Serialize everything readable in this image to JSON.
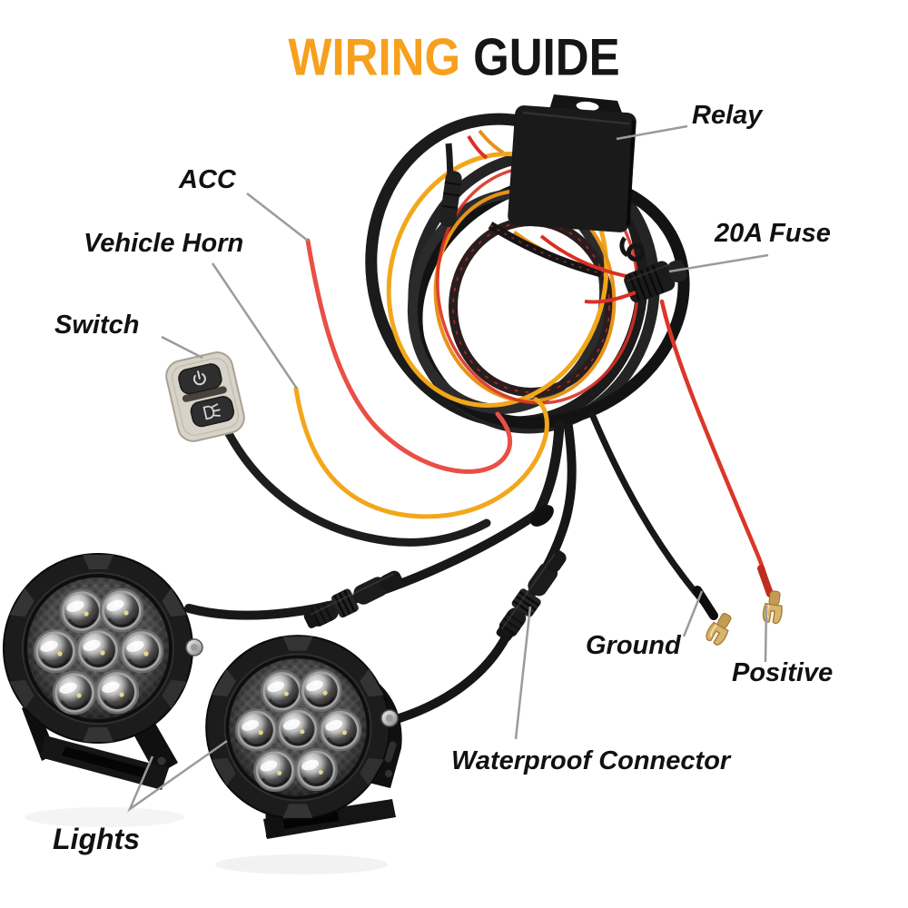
{
  "title": {
    "word_primary": "WIRING",
    "word_secondary": "GUIDE"
  },
  "labels": {
    "relay": "Relay",
    "acc": "ACC",
    "vehicle_horn": "Vehicle Horn",
    "switch": "Switch",
    "fuse": "20A Fuse",
    "ground": "Ground",
    "positive": "Positive",
    "waterproof_connector": "Waterproof Connector",
    "lights": "Lights"
  },
  "icons": {
    "switch_top_button": "power-icon",
    "switch_bottom_button": "headlight-icon"
  },
  "colors": {
    "accent_orange": "#F7A01E",
    "title_black": "#151515",
    "label_text": "#111111",
    "leader_line": "#9B9B9B",
    "wire_red": "#E94F45",
    "wire_red_deep": "#DC3629",
    "wire_yellow": "#F2A71B",
    "wire_black": "#1A1A1A",
    "terminal_gold": "#D9B46B",
    "switch_body": "#D8D3C8",
    "background": "#FFFFFF"
  }
}
